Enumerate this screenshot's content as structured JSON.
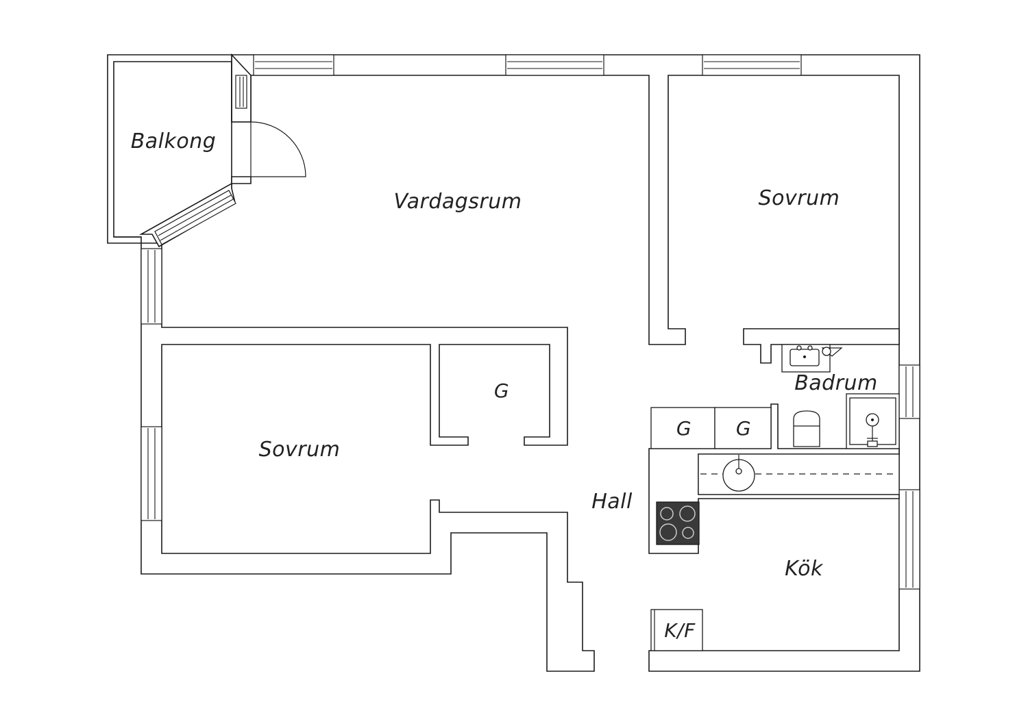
{
  "rooms": {
    "balkong": "Balkong",
    "vardagsrum": "Vardagsrum",
    "sovrum_1": "Sovrum",
    "sovrum_2": "Sovrum",
    "garderob_1": "G",
    "garderob_2": "G",
    "garderob_3": "G",
    "badrum": "Badrum",
    "hall": "Hall",
    "kok": "Kök",
    "kf": "K/F"
  },
  "colors": {
    "wall_stroke": "#1a1a1a",
    "background": "#ffffff",
    "stove": "#3a3a3a"
  }
}
